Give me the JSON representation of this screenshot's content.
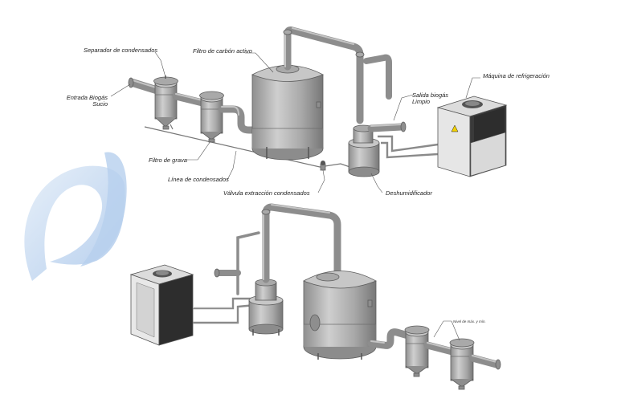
{
  "labels": {
    "separador": "Separador de condensados",
    "filtro_carbon": "Filtro de carbón activo",
    "entrada_1": "Entrada Biogás",
    "entrada_2": "Sucio",
    "maquina": "Máquina de refrigeración",
    "salida_1": "Salida biogás",
    "salida_2": "Limpio",
    "filtro_grava": "Filtro de grava",
    "linea": "Línea de condensados",
    "valvula": "Válvula extracción condensados",
    "deshumidificador": "Deshumidificador",
    "nivel": "Nivel de máx. y mín."
  },
  "colors": {
    "metal": "#a9a9a9",
    "cabinet_panel": "#2d2d2d",
    "logo_light": "#cfe0f4",
    "logo_mid": "#aac8ec"
  },
  "icons": [
    "warning-icon"
  ]
}
